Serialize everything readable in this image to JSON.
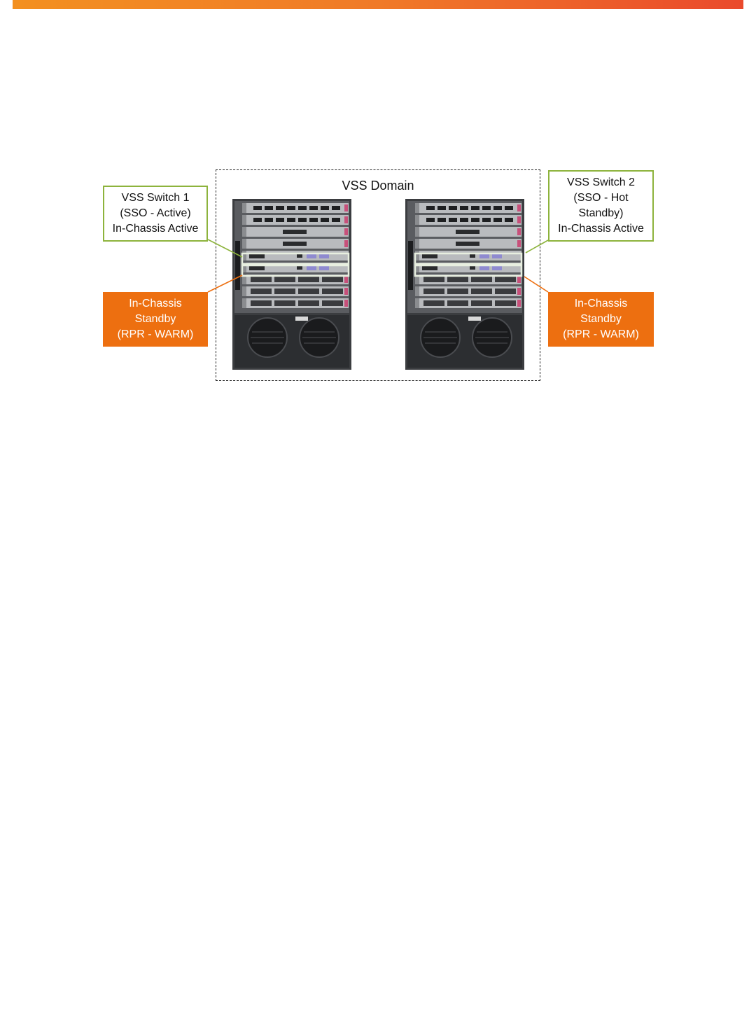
{
  "header": {
    "bar_colors": [
      "#f39020",
      "#ea4a2c"
    ]
  },
  "diagram": {
    "domain_label": "VSS Domain",
    "switch1": {
      "lines": [
        "VSS Switch 1",
        "(SSO - Active)",
        "In-Chassis Active"
      ]
    },
    "switch2": {
      "lines": [
        "VSS Switch 2",
        "(SSO - Hot",
        "Standby)",
        "In-Chassis Active"
      ]
    },
    "standby1": {
      "lines": [
        "In-Chassis",
        "Standby",
        "(RPR - WARM)"
      ]
    },
    "standby2": {
      "lines": [
        "In-Chassis",
        "Standby",
        "(RPR - WARM)"
      ]
    },
    "colors": {
      "active": "#8db33c",
      "standby": "#ed6f10"
    }
  }
}
